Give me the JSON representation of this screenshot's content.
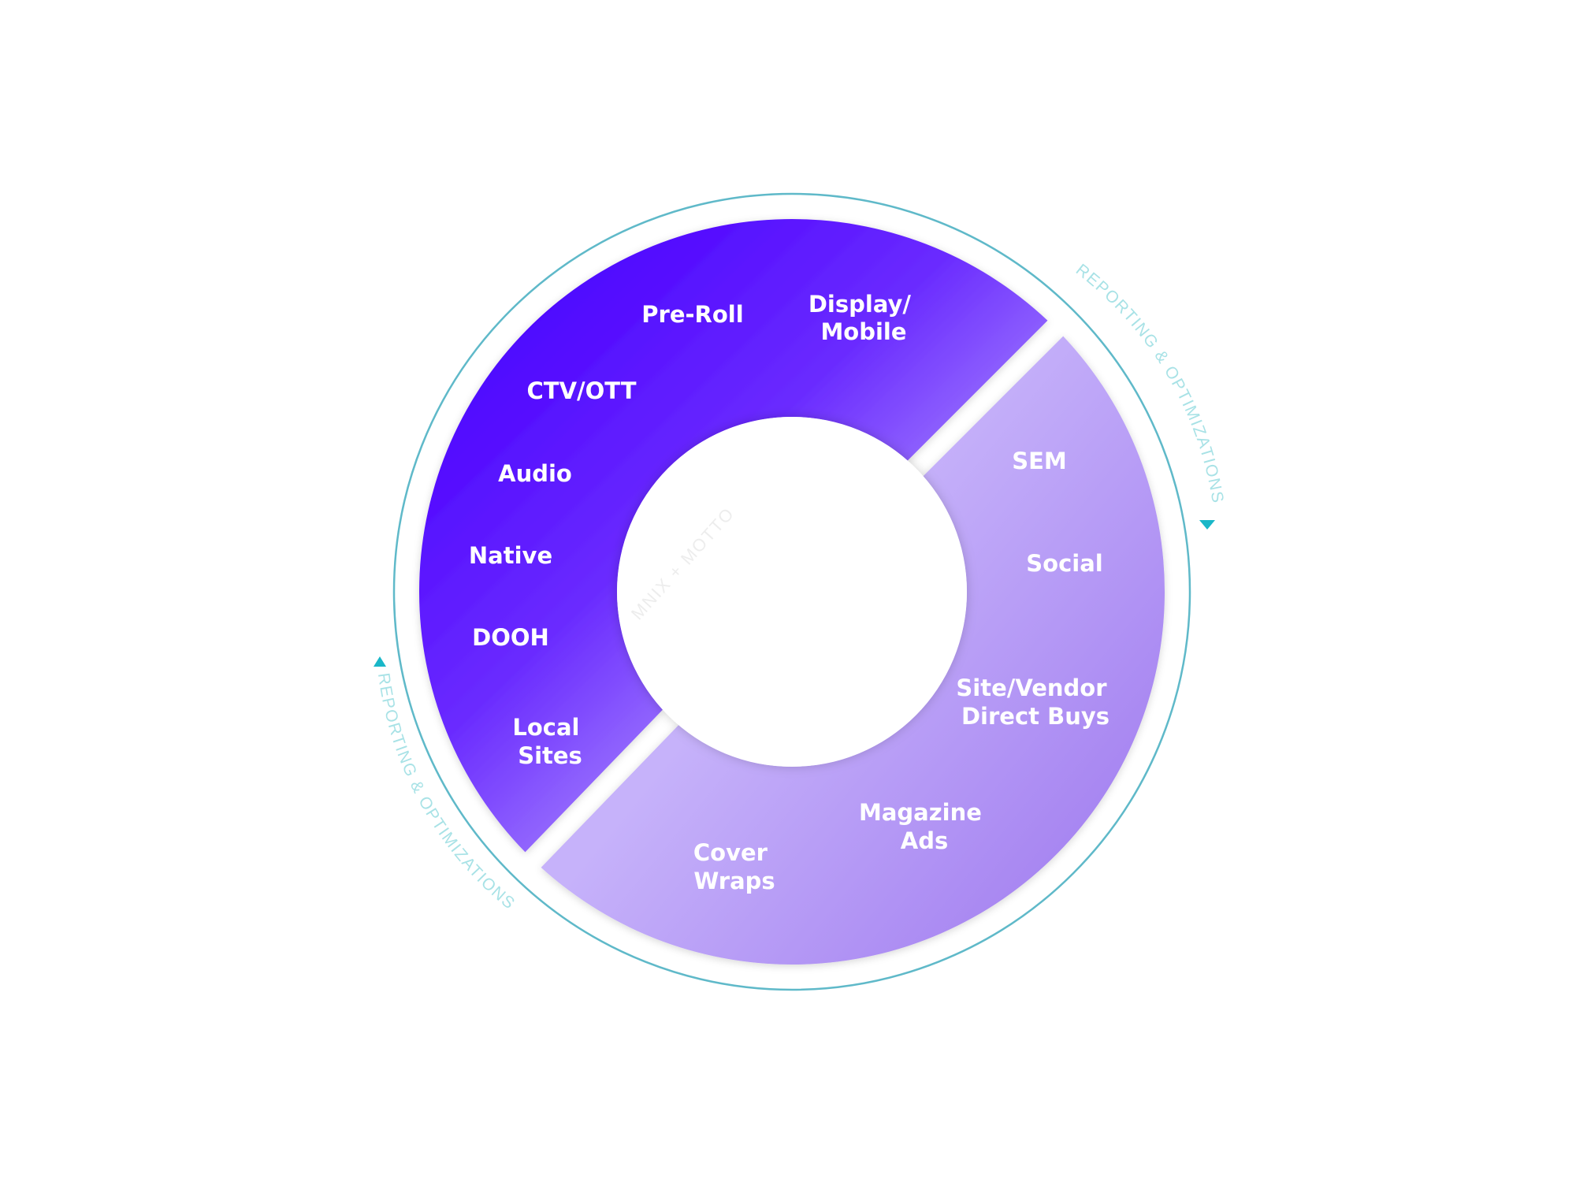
{
  "diagram": {
    "segments": [
      {
        "id": "digital",
        "labels": [
          {
            "lines": [
              "Pre-Roll"
            ]
          },
          {
            "lines": [
              "Display/",
              "Mobile"
            ]
          },
          {
            "lines": [
              "CTV/OTT"
            ]
          },
          {
            "lines": [
              "Audio"
            ]
          },
          {
            "lines": [
              "Native"
            ]
          },
          {
            "lines": [
              "DOOH"
            ]
          },
          {
            "lines": [
              "Local",
              "Sites"
            ]
          }
        ]
      },
      {
        "id": "search-social",
        "labels": [
          {
            "lines": [
              "SEM"
            ]
          },
          {
            "lines": [
              "Social"
            ]
          },
          {
            "lines": [
              "Site/Vendor",
              "Direct Buys"
            ]
          },
          {
            "lines": [
              "Magazine",
              "Ads"
            ]
          },
          {
            "lines": [
              "Cover",
              "Wraps"
            ]
          }
        ]
      }
    ],
    "ring_text": "REPORTING & OPTIMIZATIONS",
    "center_text": "MNIX + MOTTO"
  },
  "colors": {
    "dark_start": "#4a00ff",
    "dark_end": "#b8a0fb",
    "light_start": "#c6b2fa",
    "light_end": "#a27ef0",
    "ring": "#5fb9c9",
    "arrow": "#19b7c8",
    "ring_text": "#a8e2e6"
  }
}
